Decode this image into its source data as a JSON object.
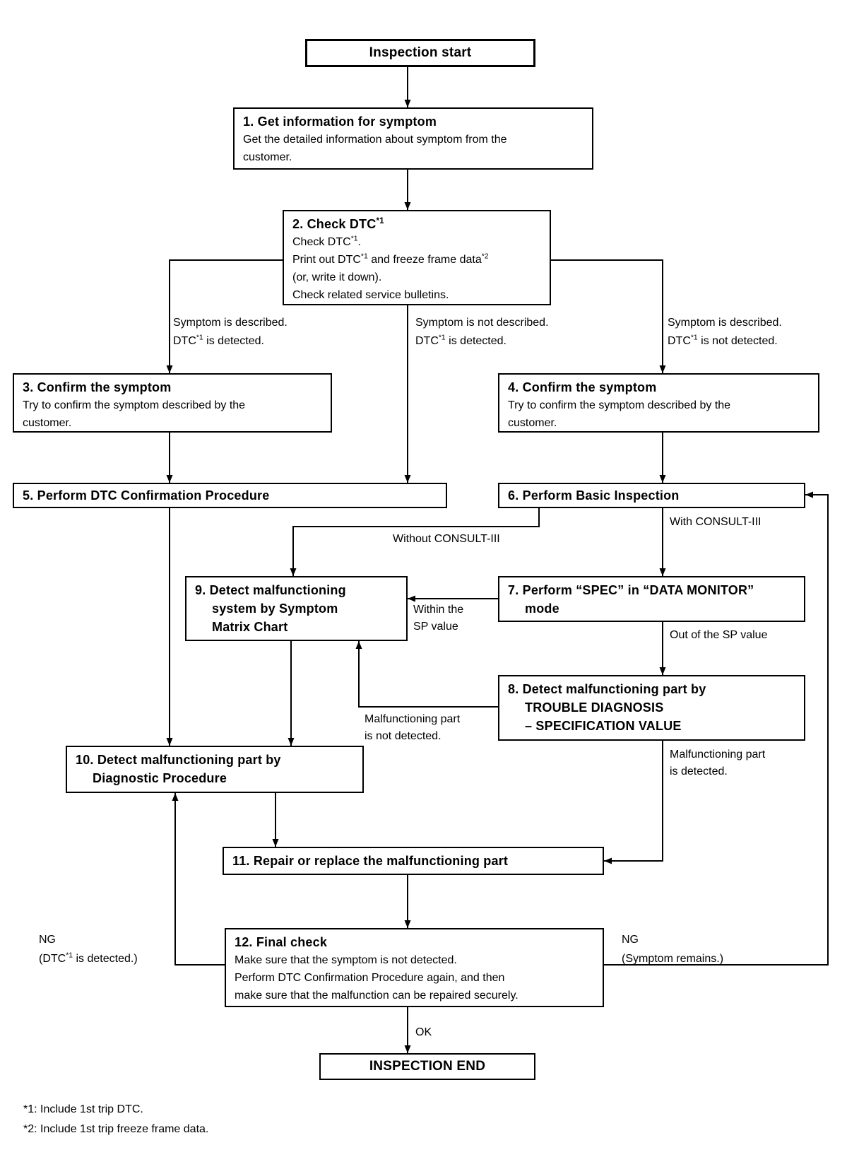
{
  "page": {
    "background": "#ffffff",
    "line_color": "#000000"
  },
  "nodes": {
    "start": {
      "title": "Inspection start"
    },
    "n1": {
      "title": "1. Get information for symptom",
      "body": [
        "Get the detailed information about symptom from the",
        "customer."
      ]
    },
    "n2": {
      "title": "2. Check DTC*1",
      "body": [
        "Check DTC*1.",
        "Print out DTC*1 and freeze frame data*2",
        "(or, write it down).",
        "Check related service bulletins."
      ]
    },
    "n3": {
      "title": "3. Confirm the symptom",
      "body": [
        "Try to confirm the symptom described by the",
        "customer."
      ]
    },
    "n4": {
      "title": "4. Confirm the symptom",
      "body": [
        "Try to confirm the symptom described by the",
        "customer."
      ]
    },
    "n5": {
      "title": "5. Perform DTC Confirmation Procedure"
    },
    "n6": {
      "title": "6. Perform Basic Inspection"
    },
    "n7": {
      "title_lines": [
        "7. Perform “SPEC” in “DATA MONITOR”",
        "mode"
      ]
    },
    "n8": {
      "title_lines": [
        "8. Detect malfunctioning part by",
        "TROUBLE DIAGNOSIS",
        "– SPECIFICATION VALUE"
      ]
    },
    "n9": {
      "title_lines": [
        "9. Detect malfunctioning",
        "system by Symptom",
        "Matrix Chart"
      ]
    },
    "n10": {
      "title_lines": [
        "10. Detect malfunctioning part by",
        "Diagnostic Procedure"
      ]
    },
    "n11": {
      "title": "11. Repair or replace the malfunctioning part"
    },
    "n12": {
      "title": "12. Final check",
      "body": [
        "Make sure that the symptom is not detected.",
        "Perform DTC Confirmation Procedure again, and then",
        "make sure that the malfunction can be repaired securely."
      ]
    },
    "end": {
      "title": "INSPECTION END"
    }
  },
  "labels": {
    "branch_left": [
      "Symptom is described.",
      "DTC*1 is detected."
    ],
    "branch_mid": [
      "Symptom is not described.",
      "DTC*1 is detected."
    ],
    "branch_right": [
      "Symptom is described.",
      "DTC*1 is not detected."
    ],
    "with_consult": "With CONSULT-III",
    "without_consult": "Without CONSULT-III",
    "within_sp": [
      "Within the",
      "SP value"
    ],
    "out_of_sp": "Out of the SP value",
    "part_not_detected": [
      "Malfunctioning part",
      "is not detected."
    ],
    "part_detected": [
      "Malfunctioning part",
      "is detected."
    ],
    "ng_left": [
      "NG",
      "(DTC*1 is detected.)"
    ],
    "ng_right": [
      "NG",
      "(Symptom remains.)"
    ],
    "ok": "OK"
  },
  "footnotes": [
    "*1: Include 1st trip DTC.",
    "*2: Include 1st trip freeze frame data."
  ]
}
